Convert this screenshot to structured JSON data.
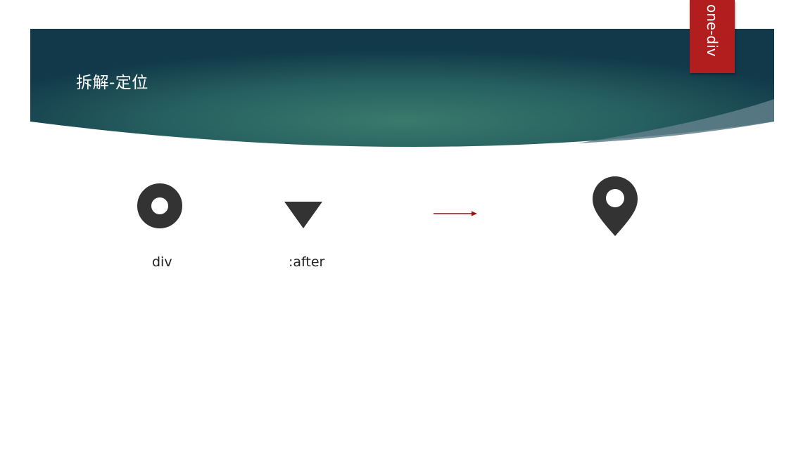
{
  "slide": {
    "title": "拆解-定位",
    "tag": "one-div"
  },
  "parts": [
    {
      "icon": "ring-circle-icon",
      "label": "div"
    },
    {
      "icon": "down-triangle-icon",
      "label": ":after"
    }
  ],
  "result": {
    "icon": "map-pin-icon",
    "arrow": "right-arrow-icon"
  },
  "colors": {
    "banner_dark": "#12394a",
    "banner_light": "#3a7a6d",
    "tag_red": "#b21d1d",
    "glyph_gray": "#333333",
    "arrow_red": "#a01010"
  }
}
